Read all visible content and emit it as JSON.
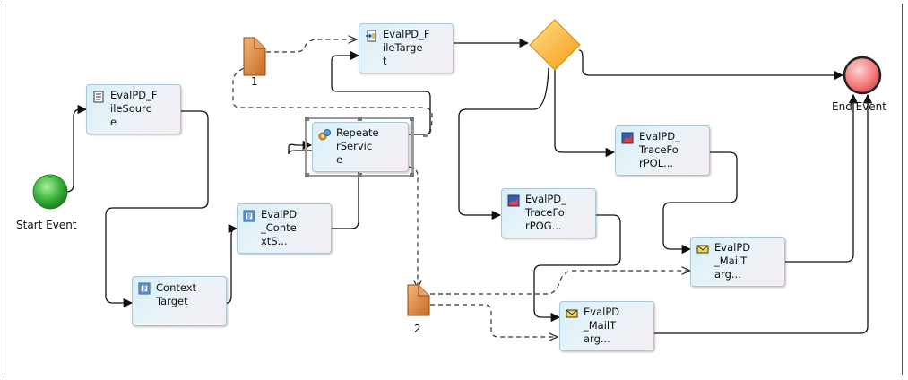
{
  "events": {
    "start": {
      "label": "Start Event",
      "color": "#3cb43c"
    },
    "end": {
      "label": "End Event",
      "color": "#f47a7a"
    }
  },
  "gateway": {
    "icon": "exclusive-gateway-diamond",
    "color": "#f7a81a"
  },
  "documents": [
    {
      "id": "doc1",
      "label": "1"
    },
    {
      "id": "doc2",
      "label": "2"
    }
  ],
  "tasks": {
    "filesource": {
      "label": "EvalPD_F\nileSourc\ne",
      "icon": "document-icon"
    },
    "filetarget": {
      "label": "EvalPD_F\nileTarge\nt",
      "icon": "file-import-icon"
    },
    "repeater": {
      "label": "Repeate\nrServic\ne",
      "icon": "service-gear-icon"
    },
    "contexts": {
      "label": "EvalPD\n_Conte\nxtS...",
      "icon": "context-icon"
    },
    "contexttarget": {
      "label": "Context\nTarget",
      "icon": "context-icon"
    },
    "tracepol": {
      "label": "EvalPD_\nTraceFo\nrPOL...",
      "icon": "trace-chart-icon"
    },
    "tracepog": {
      "label": "EvalPD_\nTraceFo\nrPOG...",
      "icon": "trace-chart-icon"
    },
    "mail1": {
      "label": "EvalPD\n_MailT\narg...",
      "icon": "mail-envelope-icon"
    },
    "mail2": {
      "label": "EvalPD\n_MailT\narg...",
      "icon": "mail-envelope-icon"
    }
  }
}
